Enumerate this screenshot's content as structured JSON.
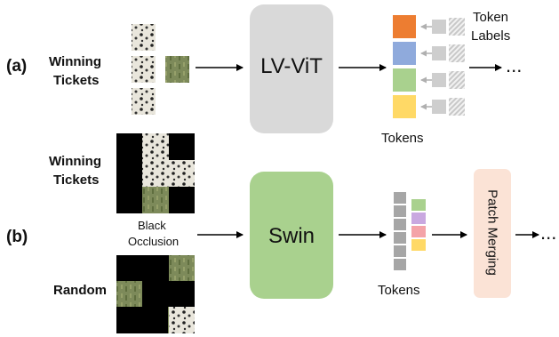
{
  "panel_a": {
    "label": "(a)",
    "tickets_label_line1": "Winning",
    "tickets_label_line2": "Tickets",
    "model_label": "LV-ViT",
    "tokens_label": "Tokens",
    "token_labels_line1": "Token",
    "token_labels_line2": "Labels",
    "ellipsis": "...",
    "token_colors": [
      "#ed7d31",
      "#8faadc",
      "#a9d18e",
      "#ffd966"
    ]
  },
  "panel_b": {
    "label": "(b)",
    "tickets_label_line1": "Winning",
    "tickets_label_line2": "Tickets",
    "random_label": "Random",
    "occlusion_line1": "Black",
    "occlusion_line2": "Occlusion",
    "model_label": "Swin",
    "tokens_label": "Tokens",
    "merging_label": "Patch Merging",
    "ellipsis": "...",
    "token_colors": [
      "#a9d18e",
      "#c9a8e0",
      "#f4a3a8",
      "#ffd966"
    ]
  },
  "colors": {
    "lvvit_box": "#d9d9d9",
    "swin_box": "#a9d18e",
    "merging_box": "#fbe3d6",
    "gray_token": "#a6a6a6",
    "occlusion": "#000000"
  }
}
